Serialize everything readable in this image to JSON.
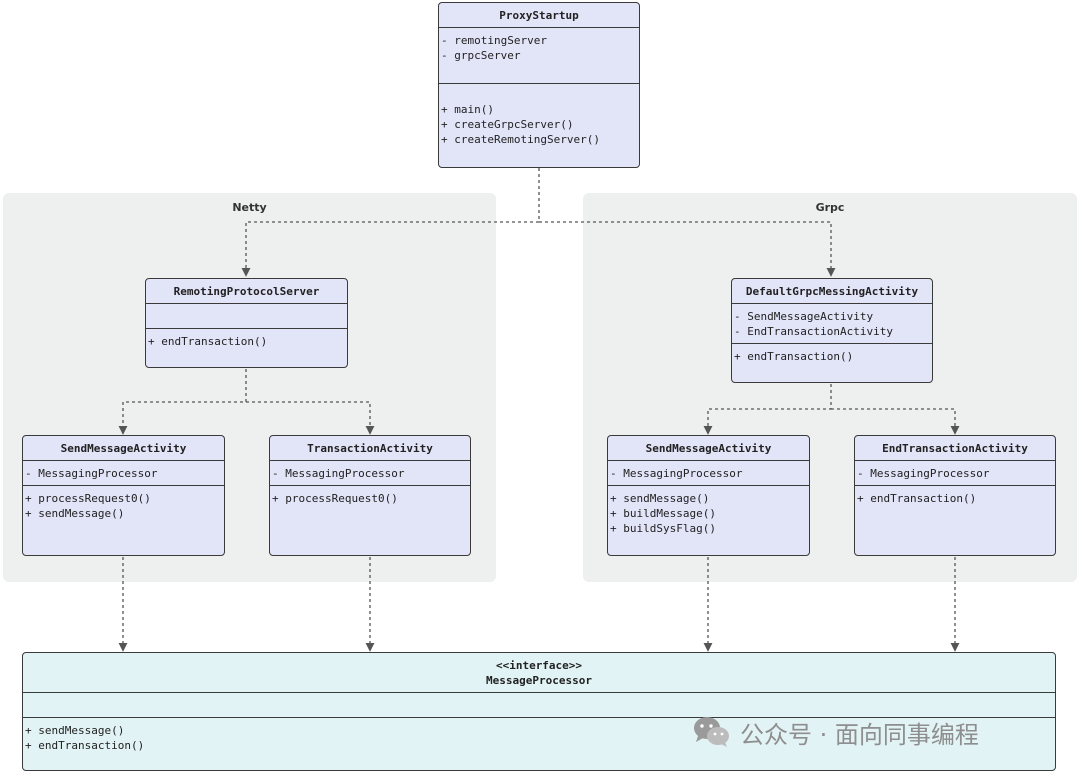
{
  "groups": {
    "netty": {
      "title": "Netty"
    },
    "grpc": {
      "title": "Grpc"
    }
  },
  "classes": {
    "proxy_startup": {
      "name": "ProxyStartup",
      "fields": [
        "- remotingServer",
        "- grpcServer"
      ],
      "methods": [
        "+ main()",
        "+ createGrpcServer()",
        "+ createRemotingServer()"
      ]
    },
    "remoting_protocol_server": {
      "name": "RemotingProtocolServer",
      "fields": [],
      "methods": [
        "+ endTransaction()"
      ]
    },
    "default_grpc_messing_activity": {
      "name": "DefaultGrpcMessingActivity",
      "fields": [
        "- SendMessageActivity",
        "- EndTransactionActivity"
      ],
      "methods": [
        "+ endTransaction()"
      ]
    },
    "netty_send_message_activity": {
      "name": "SendMessageActivity",
      "fields": [
        "- MessagingProcessor"
      ],
      "methods": [
        "+ processRequest0()",
        "+ sendMessage()"
      ]
    },
    "transaction_activity": {
      "name": "TransactionActivity",
      "fields": [
        "- MessagingProcessor"
      ],
      "methods": [
        "+ processRequest0()"
      ]
    },
    "grpc_send_message_activity": {
      "name": "SendMessageActivity",
      "fields": [
        "- MessagingProcessor"
      ],
      "methods": [
        "+ sendMessage()",
        "+ buildMessage()",
        "+ buildSysFlag()"
      ]
    },
    "end_transaction_activity": {
      "name": "EndTransactionActivity",
      "fields": [
        "- MessagingProcessor"
      ],
      "methods": [
        "+ endTransaction()"
      ]
    },
    "message_processor": {
      "stereotype": "<<interface>>",
      "name": "MessageProcessor",
      "fields": [],
      "methods": [
        "+ sendMessage()",
        "+ endTransaction()"
      ]
    }
  },
  "watermark": {
    "text": "公众号 · 面向同事编程",
    "icon": "wechat-icon"
  },
  "colors": {
    "class_fill": "#e2e4f8",
    "interface_fill": "#e1f3f4",
    "group_fill": "#eef0f0",
    "border": "#3a3a3a",
    "edge": "#555555"
  }
}
